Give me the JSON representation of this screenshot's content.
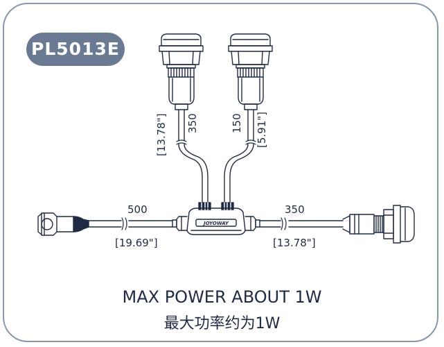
{
  "model": "PL5013E",
  "dimensions": {
    "left_branch_mm": "350",
    "left_branch_in": "[13.78\"]",
    "right_branch_mm": "150",
    "right_branch_in": "[5.91\"]",
    "input_mm": "500",
    "input_in": "[19.69\"]",
    "output_mm": "350",
    "output_in": "[13.78\"]"
  },
  "splitter_logo": "JOYOWAY",
  "caption": {
    "english": "MAX POWER ABOUT 1W",
    "chinese": "最大功率约为1W"
  },
  "colors": {
    "line": "#1f2a44",
    "badge": "#6b7a93",
    "frame": "#8a96ab"
  }
}
